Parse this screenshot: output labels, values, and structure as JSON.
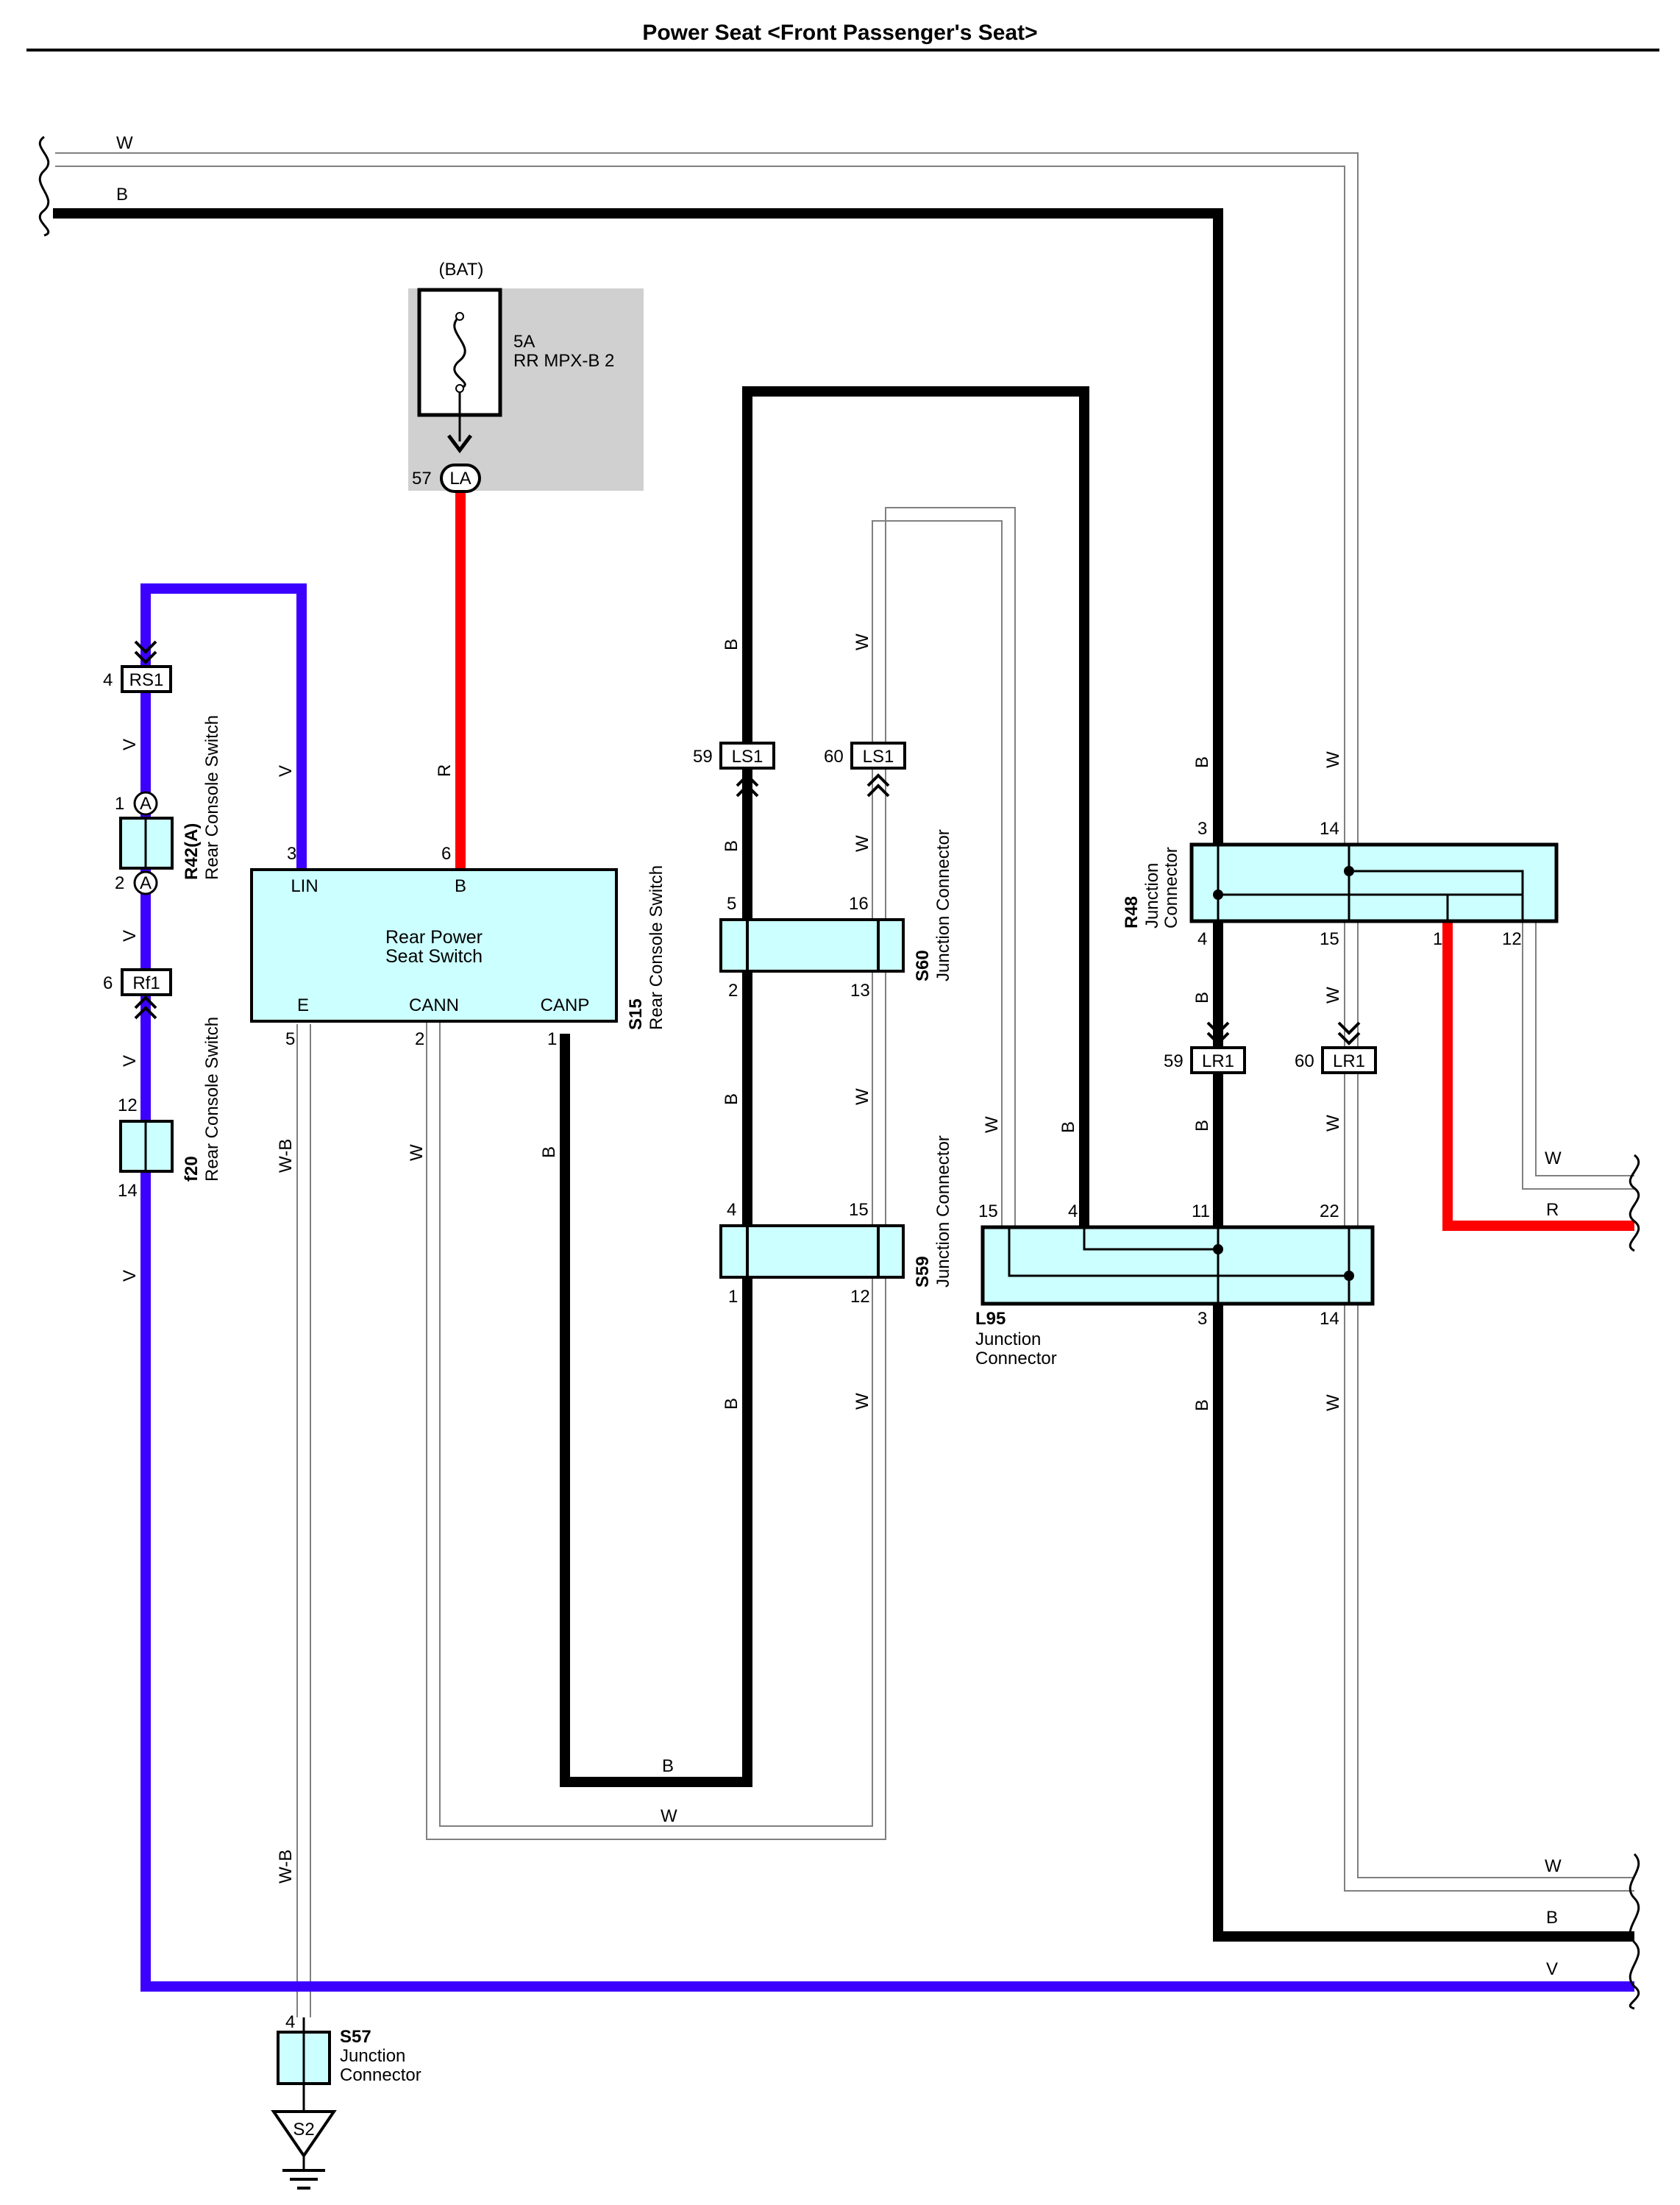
{
  "title": "Power Seat <Front Passenger's Seat>",
  "colors": {
    "black_wire": "#000000",
    "red_wire": "#ff0000",
    "violet_wire": "#3c00ff",
    "white_wire_outline": "#808080",
    "component_fill": "#ccffff",
    "fuse_box_fill": "#d0d0d0"
  },
  "wire_labels": {
    "top_w": "W",
    "top_b": "B",
    "right_w_upper": "W",
    "right_r": "R",
    "right_w_lower": "W",
    "right_b_lower": "B",
    "right_v_lower": "V",
    "v1": "V",
    "v2": "V",
    "v3": "V",
    "v4": "V",
    "v_lin": "V",
    "r_main": "R",
    "wb_upper": "W-B",
    "wb_lower": "W-B",
    "w_cann": "W",
    "b_canp": "B",
    "b_bottom_loop": "B",
    "w_bottom_loop": "W",
    "b_ls1_top": "B",
    "w_ls1_top": "W",
    "b_s60_top": "B",
    "w_s60_top": "W",
    "b_mid": "B",
    "w_mid": "W",
    "b_low": "B",
    "w_low": "W",
    "w_l95_left": "W",
    "b_l95_left": "B",
    "b_r48_top": "B",
    "w_r48_top": "W",
    "b_r48_bottom": "B",
    "w_r48_bottom": "W",
    "b_lr1": "B",
    "w_lr1": "W",
    "b_l95_bottom": "B",
    "w_l95_bottom": "W"
  },
  "fuse": {
    "source": "(BAT)",
    "rating": "5A",
    "name": "RR MPX-B 2",
    "connector_pin": "57",
    "connector_code": "LA"
  },
  "rs1": {
    "pin": "4",
    "code": "RS1"
  },
  "rf1": {
    "pin": "6",
    "code": "Rf1"
  },
  "r42": {
    "pin_a": "1",
    "pin_b": "2",
    "marker": "A",
    "ref": "R42(A)",
    "name": "Rear Console Switch"
  },
  "f20": {
    "pin_a": "12",
    "pin_b": "14",
    "ref": "f20",
    "name": "Rear Console Switch"
  },
  "s15": {
    "title_line1": "Rear Power",
    "title_line2": "Seat Switch",
    "term_lin": "LIN",
    "term_b": "B",
    "term_e": "E",
    "term_cann": "CANN",
    "term_canp": "CANP",
    "pin_lin": "3",
    "pin_b": "6",
    "pin_e": "5",
    "pin_cann": "2",
    "pin_canp": "1",
    "ref": "S15",
    "name": "Rear Console Switch"
  },
  "ls1": {
    "pin_b": "59",
    "pin_w": "60",
    "code": "LS1"
  },
  "s60": {
    "pin_tl": "5",
    "pin_tr": "16",
    "pin_bl": "2",
    "pin_br": "13",
    "ref": "S60",
    "name": "Junction Connector"
  },
  "s59": {
    "pin_tl": "4",
    "pin_tr": "15",
    "pin_bl": "1",
    "pin_br": "12",
    "ref": "S59",
    "name": "Junction Connector"
  },
  "r48": {
    "pin_tl": "3",
    "pin_tr": "14",
    "pin_bl": "4",
    "pin_bm": "15",
    "pin_br1": "1",
    "pin_br2": "12",
    "ref": "R48",
    "name_line1": "Junction",
    "name_line2": "Connector"
  },
  "lr1": {
    "pin_b": "59",
    "pin_w": "60",
    "code": "LR1"
  },
  "l95": {
    "pin_t1": "15",
    "pin_t2": "4",
    "pin_t3": "11",
    "pin_t4": "22",
    "pin_b1": "3",
    "pin_b2": "14",
    "ref": "L95",
    "name_line1": "Junction",
    "name_line2": "Connector"
  },
  "s57": {
    "pin": "4",
    "ref": "S57",
    "name_line1": "Junction",
    "name_line2": "Connector"
  },
  "ground": {
    "code": "S2"
  }
}
